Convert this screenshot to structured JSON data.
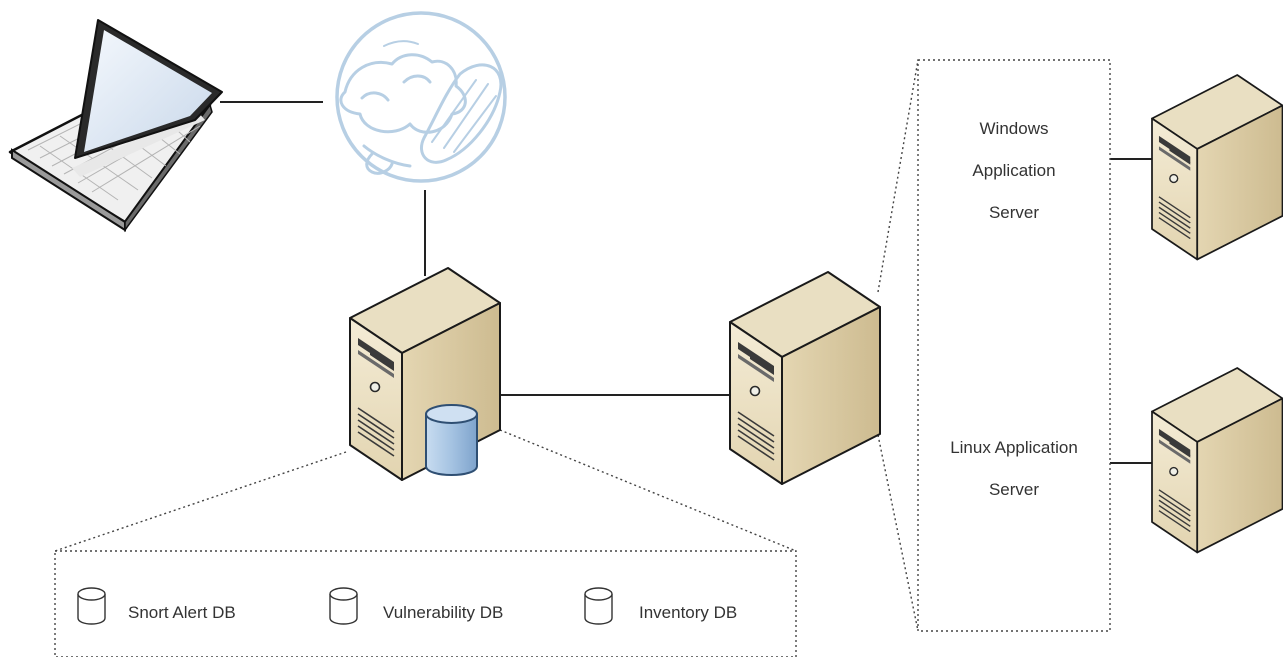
{
  "app_servers": {
    "windows": [
      "Windows",
      "Application",
      "Server"
    ],
    "linux": [
      "Linux Application",
      "Server"
    ]
  },
  "databases": [
    {
      "label": "Snort Alert DB"
    },
    {
      "label": "Vulnerability DB"
    },
    {
      "label": "Inventory DB"
    }
  ],
  "icons": {
    "laptop": "laptop-icon",
    "globe": "network-globe-icon",
    "server": "server-icon",
    "database": "database-icon"
  },
  "colors": {
    "server_front": "#ede3c8",
    "server_side": "#d8c8a1",
    "server_top": "#e6dabb",
    "db_blue": "#a8c6e4",
    "globe_stroke": "#b7cfe4",
    "line": "#222222",
    "dotted": "#444444"
  }
}
